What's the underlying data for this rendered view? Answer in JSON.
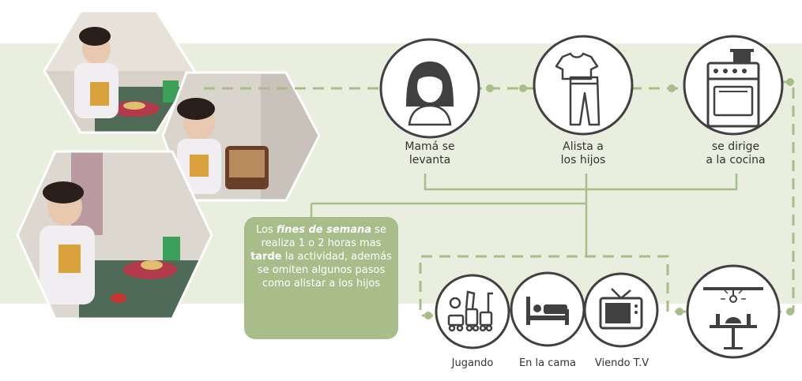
{
  "steps": [
    {
      "line1": "Mamá se",
      "line2": "levanta",
      "icon": "woman-icon"
    },
    {
      "line1": "Alista a",
      "line2": "los hijos",
      "icon": "clothes-icon"
    },
    {
      "line1": "se dirige",
      "line2": "a la cocina",
      "icon": "stove-icon"
    }
  ],
  "activities": [
    {
      "label": "Jugando",
      "icon": "toys-icon"
    },
    {
      "label": "En la cama",
      "icon": "bed-icon"
    },
    {
      "label": "Viendo T.V",
      "icon": "tv-icon"
    }
  ],
  "final_step": {
    "icon": "dining-table-icon"
  },
  "note": {
    "t1": "Los ",
    "t2": "fines de semana",
    "t3": " se realiza 1 o 2 horas mas ",
    "t4": "tarde",
    "t5": " la actividad, además se omiten algunos pasos como alistar a los hijos"
  },
  "photos": [
    {
      "icon": "child-eating-photo"
    },
    {
      "icon": "child-at-table-photo"
    },
    {
      "icon": "child-drinking-photo"
    }
  ],
  "colors": {
    "accent": "#a8bd8a",
    "band": "#e9eedf",
    "dark": "#404040"
  }
}
